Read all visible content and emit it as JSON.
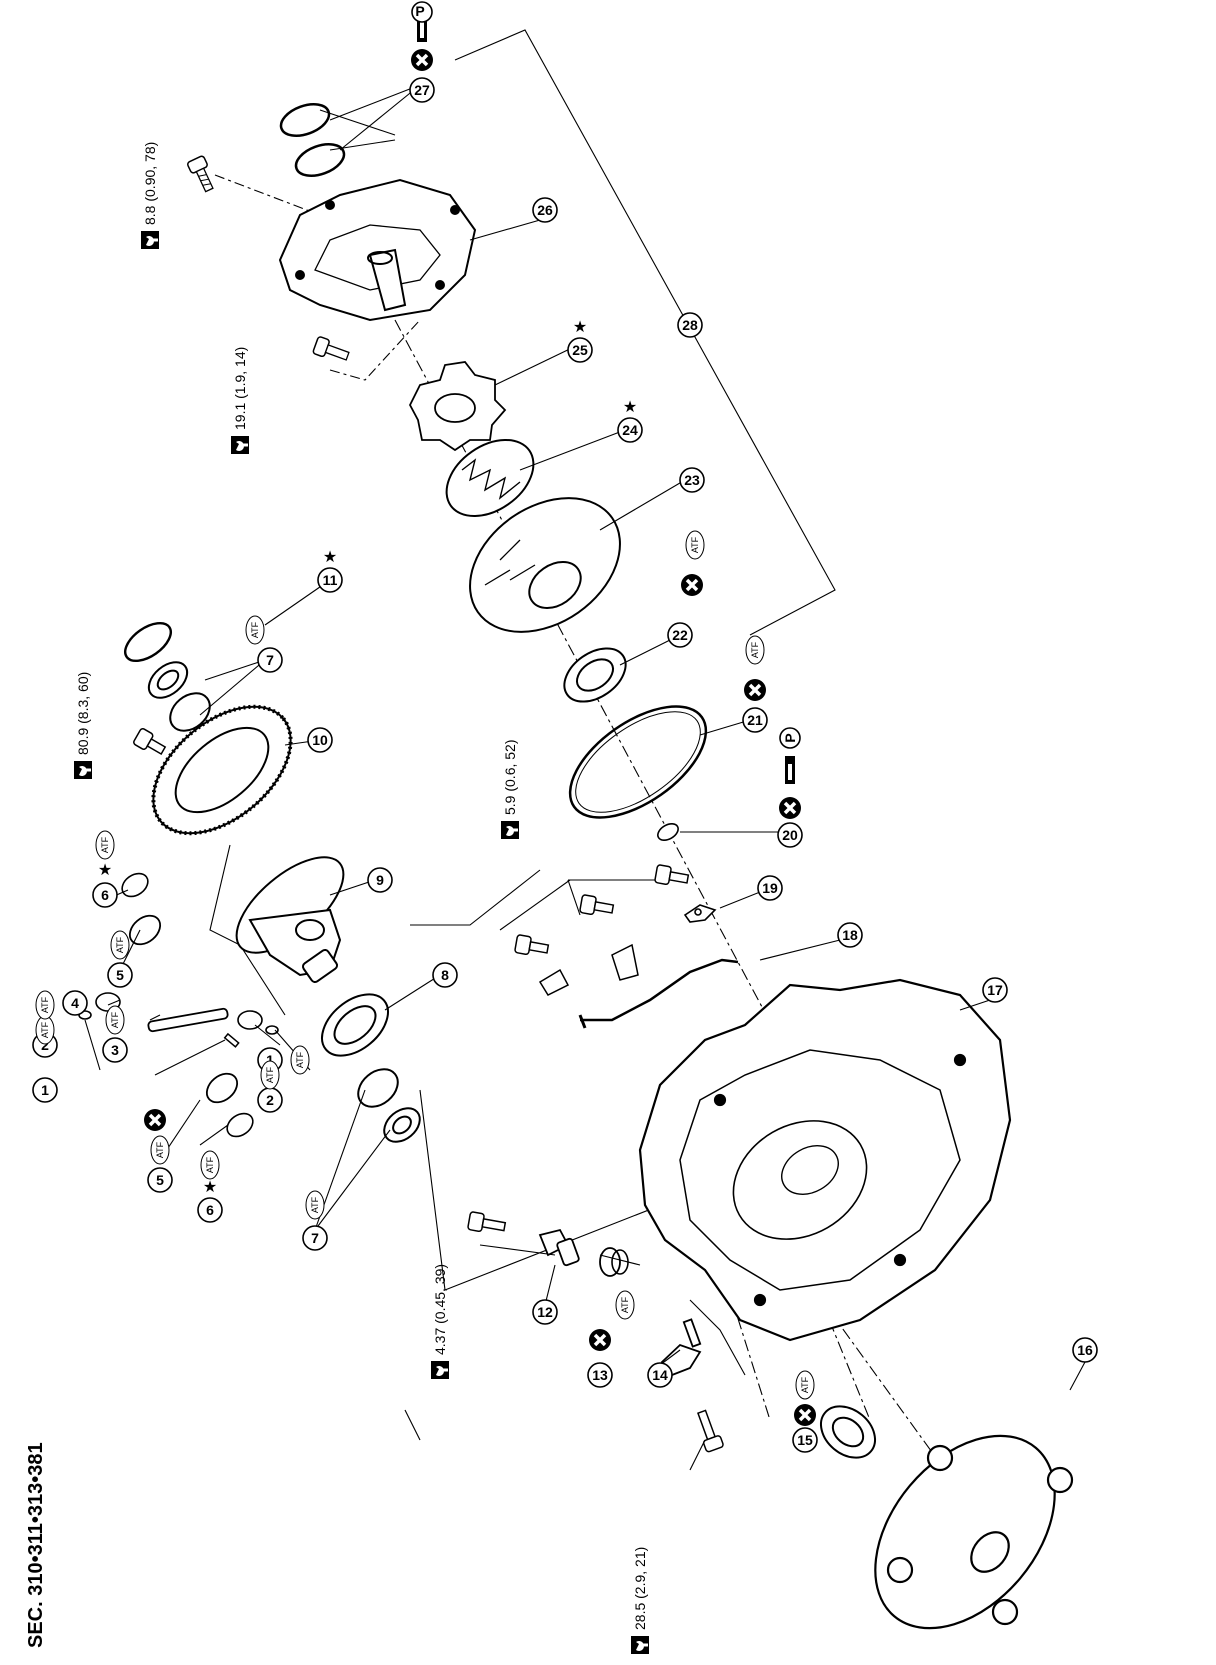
{
  "header": {
    "sec_code": "SEC. 310•311•313•381"
  },
  "torque_specs": [
    {
      "id": "t1",
      "value": "8.8 (0.90, 78)"
    },
    {
      "id": "t2",
      "value": "19.1 (1.9, 14)"
    },
    {
      "id": "t3",
      "value": "80.9 (8.3, 60)"
    },
    {
      "id": "t4",
      "value": "5.9 (0.6, 52)"
    },
    {
      "id": "t5",
      "value": "4.37 (0.45, 39)"
    },
    {
      "id": "t6",
      "value": "28.5 (2.9, 21)"
    }
  ],
  "part_numbers": [
    "1",
    "2",
    "3",
    "4",
    "5",
    "6",
    "7",
    "8",
    "9",
    "10",
    "11",
    "12",
    "13",
    "14",
    "15",
    "16",
    "17",
    "18",
    "19",
    "20",
    "21",
    "22",
    "23",
    "24",
    "25",
    "26",
    "27",
    "28"
  ],
  "callouts": [
    {
      "num": "1",
      "star": "",
      "atf": "ATF",
      "x_mark": false,
      "p_mark": false
    },
    {
      "num": "2",
      "star": "",
      "atf": "ATF",
      "x_mark": false,
      "p_mark": false
    },
    {
      "num": "3",
      "star": "",
      "atf": "ATF",
      "x_mark": false,
      "p_mark": false
    },
    {
      "num": "4",
      "star": "",
      "atf": "",
      "x_mark": true,
      "p_mark": false
    },
    {
      "num": "5",
      "star": "",
      "atf": "ATF",
      "x_mark": false,
      "p_mark": false
    },
    {
      "num": "6",
      "star": "★",
      "atf": "ATF",
      "x_mark": false,
      "p_mark": false
    },
    {
      "num": "7",
      "star": "",
      "atf": "ATF",
      "x_mark": false,
      "p_mark": false
    },
    {
      "num": "11",
      "star": "★",
      "atf": "",
      "x_mark": false,
      "p_mark": false
    },
    {
      "num": "13",
      "star": "",
      "atf": "ATF",
      "x_mark": true,
      "p_mark": false
    },
    {
      "num": "15",
      "star": "",
      "atf": "ATF",
      "x_mark": true,
      "p_mark": false
    },
    {
      "num": "20",
      "star": "",
      "atf": "",
      "x_mark": true,
      "p_mark": true
    },
    {
      "num": "21",
      "star": "",
      "atf": "ATF",
      "x_mark": true,
      "p_mark": false
    },
    {
      "num": "22",
      "star": "",
      "atf": "ATF",
      "x_mark": true,
      "p_mark": false
    },
    {
      "num": "24",
      "star": "★",
      "atf": "",
      "x_mark": false,
      "p_mark": false
    },
    {
      "num": "25",
      "star": "★",
      "atf": "",
      "x_mark": false,
      "p_mark": false
    },
    {
      "num": "27",
      "star": "",
      "atf": "",
      "x_mark": true,
      "p_mark": true
    }
  ],
  "symbols": {
    "atf": "ATF",
    "star": "★",
    "p": "P"
  }
}
